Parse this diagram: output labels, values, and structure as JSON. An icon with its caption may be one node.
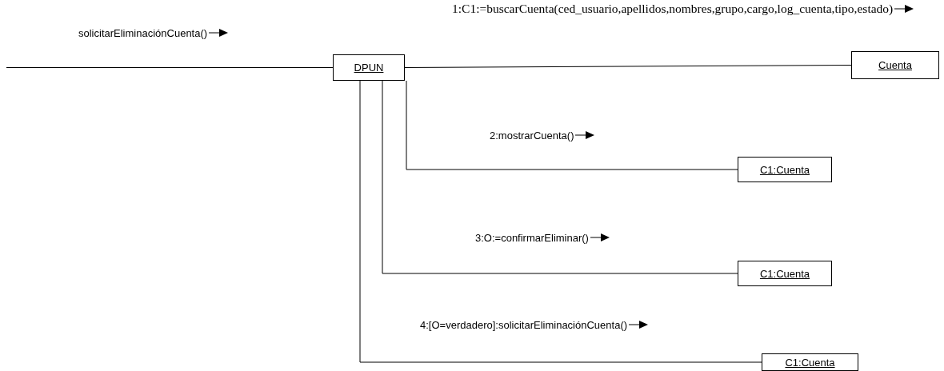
{
  "diagram": {
    "nodes": [
      {
        "text": [
          "DPUN"
        ]
      },
      {
        "text": [
          "Cuenta"
        ]
      },
      {
        "text": [
          "C1:Cuenta"
        ]
      },
      {
        "text": [
          "C1:Cuenta"
        ]
      },
      {
        "text": [
          "C1:Cuenta"
        ]
      }
    ],
    "edges": [
      {
        "from": null,
        "to": 0,
        "arrow": "none",
        "label": "solicitarEliminaciónCuenta()"
      },
      {
        "from": 0,
        "to": 1,
        "arrow": "none",
        "label": "1:C1:=buscarCuenta(ced_usuario,apellidos,nombres,grupo,cargo,log_cuenta,tipo,estado)"
      },
      {
        "from": 0,
        "to": 2,
        "arrow": "none",
        "label": "2:mostrarCuenta()"
      },
      {
        "from": 0,
        "to": 3,
        "arrow": "none",
        "label": "3:O:=confirmarEliminar()"
      },
      {
        "from": 0,
        "to": 4,
        "arrow": "none",
        "label": "4:[O=verdadero]:solicitarEliminaciónCuenta()"
      }
    ]
  }
}
